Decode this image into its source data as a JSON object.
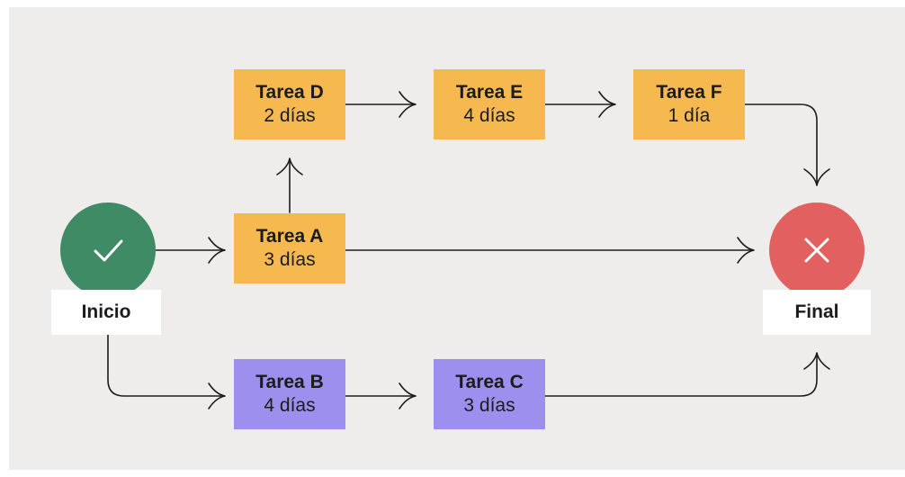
{
  "start": {
    "label": "Inicio",
    "icon": "check-icon",
    "color": "#3f8b66"
  },
  "end": {
    "label": "Final",
    "icon": "x-icon",
    "color": "#e36060"
  },
  "tasks": {
    "a": {
      "name": "Tarea A",
      "duration": "3 días",
      "color": "#f5b94f"
    },
    "b": {
      "name": "Tarea B",
      "duration": "4 días",
      "color": "#9c8fee"
    },
    "c": {
      "name": "Tarea C",
      "duration": "3 días",
      "color": "#9c8fee"
    },
    "d": {
      "name": "Tarea D",
      "duration": "2 días",
      "color": "#f5b94f"
    },
    "e": {
      "name": "Tarea E",
      "duration": "4 días",
      "color": "#f5b94f"
    },
    "f": {
      "name": "Tarea F",
      "duration": "1 día",
      "color": "#f5b94f"
    }
  },
  "edges": [
    {
      "from": "Inicio",
      "to": "Tarea A"
    },
    {
      "from": "Inicio",
      "to": "Tarea B"
    },
    {
      "from": "Tarea A",
      "to": "Tarea D"
    },
    {
      "from": "Tarea A",
      "to": "Final"
    },
    {
      "from": "Tarea D",
      "to": "Tarea E"
    },
    {
      "from": "Tarea E",
      "to": "Tarea F"
    },
    {
      "from": "Tarea F",
      "to": "Final"
    },
    {
      "from": "Tarea B",
      "to": "Tarea C"
    },
    {
      "from": "Tarea C",
      "to": "Final"
    }
  ]
}
